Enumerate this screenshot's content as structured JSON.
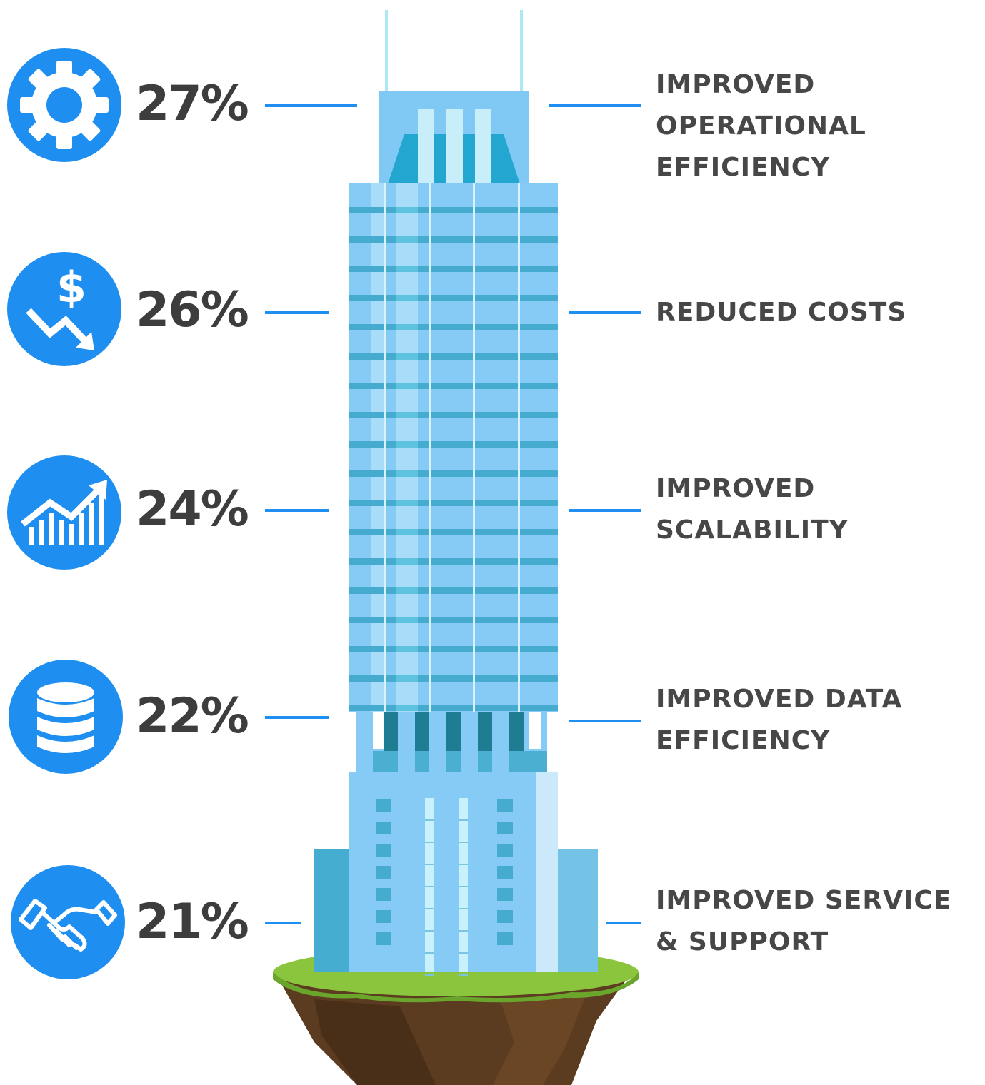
{
  "accent_color": "#1e8ff0",
  "text_color": "#474747",
  "metrics": [
    {
      "id": "operational-efficiency",
      "icon": "gear-icon",
      "percent": "27%",
      "label_lines": [
        "IMPROVED",
        "OPERATIONAL",
        "EFFICIENCY"
      ]
    },
    {
      "id": "reduced-costs",
      "icon": "dollar-down-trend-icon",
      "percent": "26%",
      "label_lines": [
        "REDUCED COSTS"
      ]
    },
    {
      "id": "scalability",
      "icon": "growth-chart-icon",
      "percent": "24%",
      "label_lines": [
        "IMPROVED",
        "SCALABILITY"
      ]
    },
    {
      "id": "data-efficiency",
      "icon": "database-icon",
      "percent": "22%",
      "label_lines": [
        "IMPROVED DATA",
        "EFFICIENCY"
      ]
    },
    {
      "id": "service-support",
      "icon": "handshake-icon",
      "percent": "21%",
      "label_lines": [
        "IMPROVED SERVICE",
        "& SUPPORT"
      ]
    }
  ]
}
